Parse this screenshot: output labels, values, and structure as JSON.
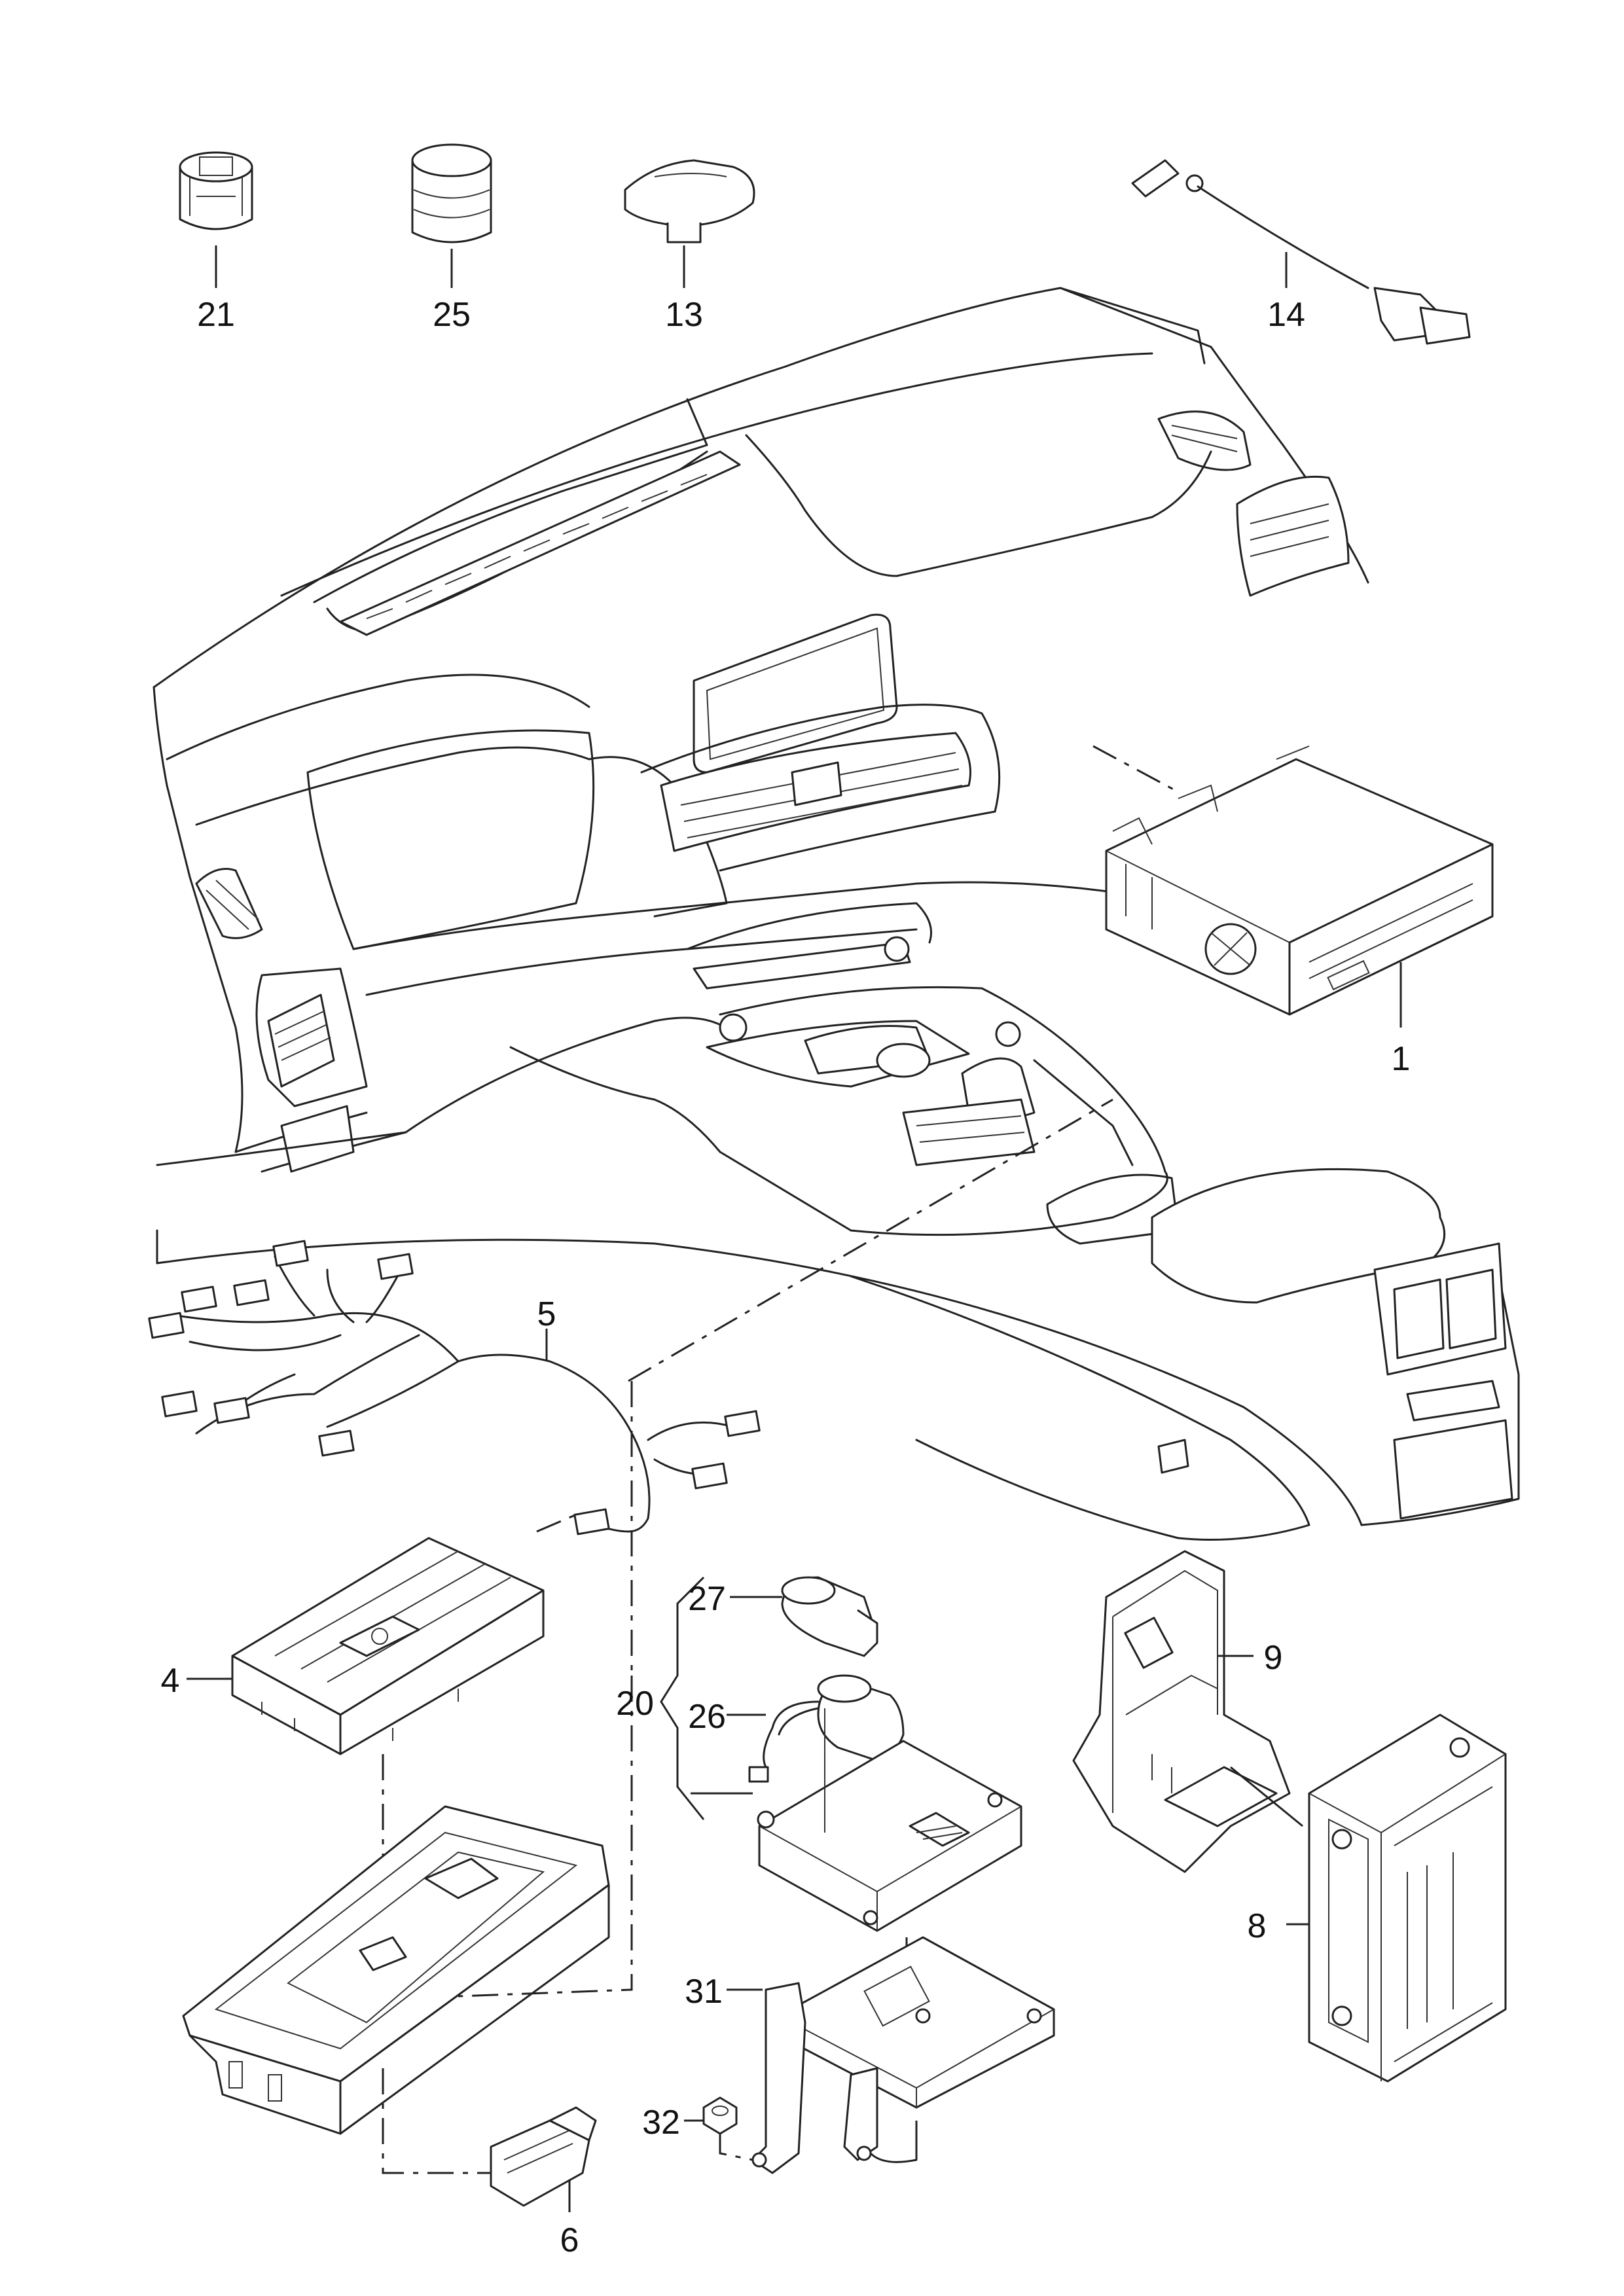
{
  "diagram": {
    "callouts": [
      {
        "id": "p1",
        "label": "1"
      },
      {
        "id": "p4",
        "label": "4"
      },
      {
        "id": "p5",
        "label": "5"
      },
      {
        "id": "p6",
        "label": "6"
      },
      {
        "id": "p8",
        "label": "8"
      },
      {
        "id": "p9",
        "label": "9"
      },
      {
        "id": "p13",
        "label": "13"
      },
      {
        "id": "p14",
        "label": "14"
      },
      {
        "id": "p20",
        "label": "20"
      },
      {
        "id": "p21",
        "label": "21"
      },
      {
        "id": "p25",
        "label": "25"
      },
      {
        "id": "p26",
        "label": "26"
      },
      {
        "id": "p27",
        "label": "27"
      },
      {
        "id": "p31",
        "label": "31"
      },
      {
        "id": "p32",
        "label": "32"
      }
    ]
  }
}
